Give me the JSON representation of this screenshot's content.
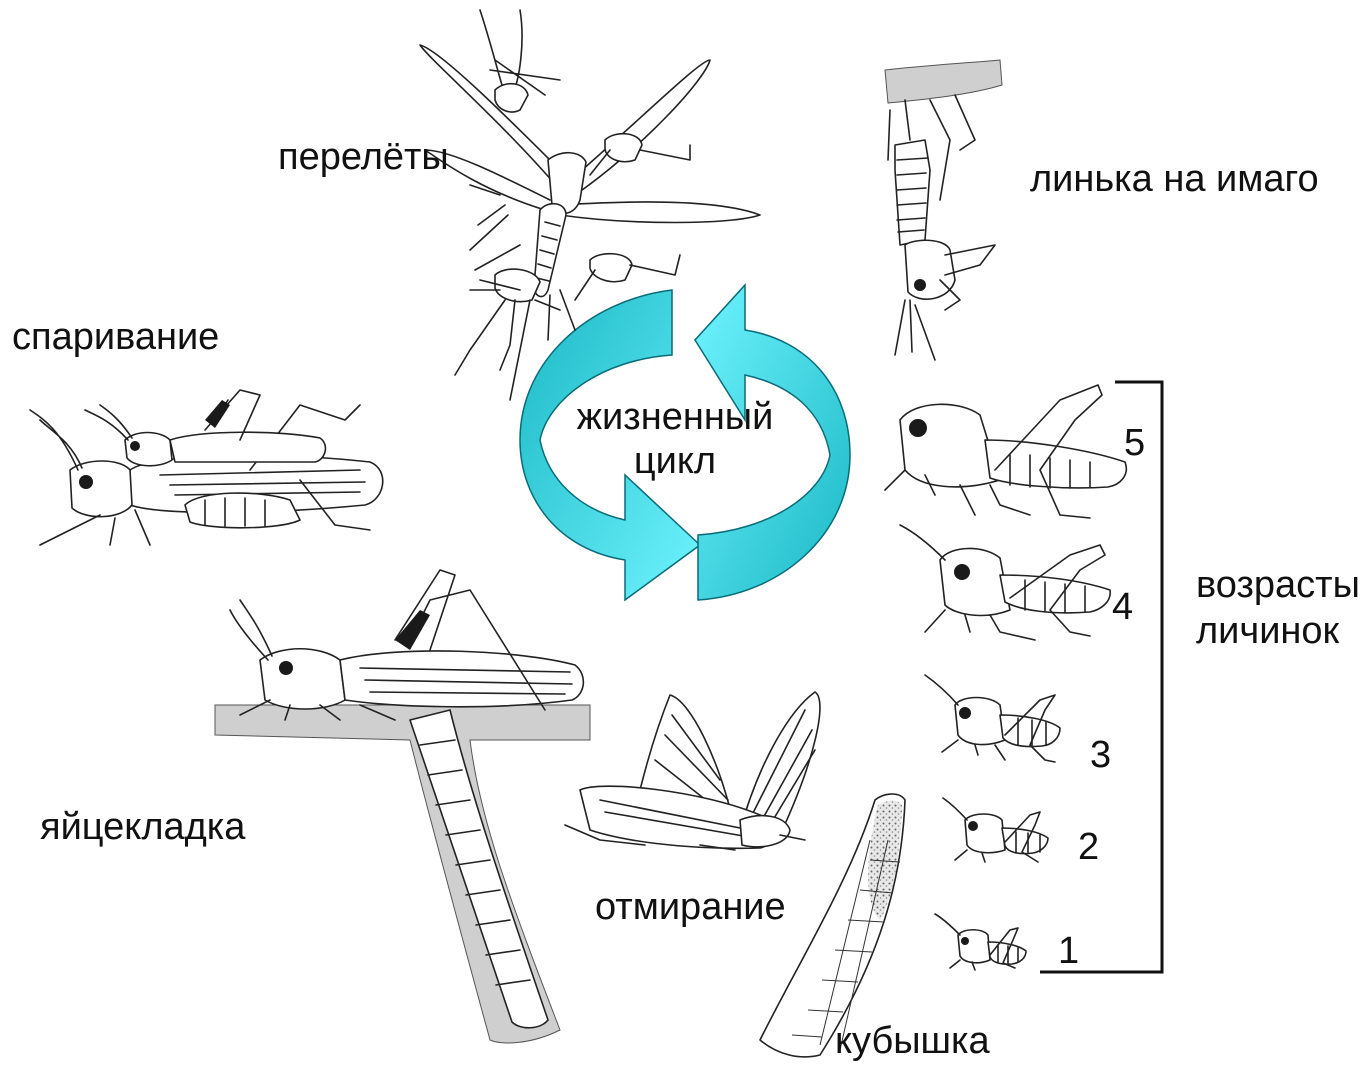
{
  "center": {
    "line1": "жизненный",
    "line2": "цикл"
  },
  "stages": {
    "flights": "перелёты",
    "molt": "линька на имаго",
    "mating": "спаривание",
    "oviposition": "яйцекладка",
    "dying": "отмирание",
    "egg_pod": "кубышка",
    "instars_line1": "возрасты",
    "instars_line2": "личинок"
  },
  "instars": [
    "5",
    "4",
    "3",
    "2",
    "1"
  ],
  "colors": {
    "arrow_light": "#5ff0ff",
    "arrow_dark": "#16b3bf",
    "arrow_stroke": "#0a6c78"
  },
  "icons": [
    "swarm-illustration",
    "molting-locust-illustration",
    "mating-locusts-illustration",
    "ovipositing-locust-illustration",
    "dying-locust-illustration",
    "egg-pod-illustration",
    "nymph-illustration",
    "cycle-arrows-icon"
  ]
}
